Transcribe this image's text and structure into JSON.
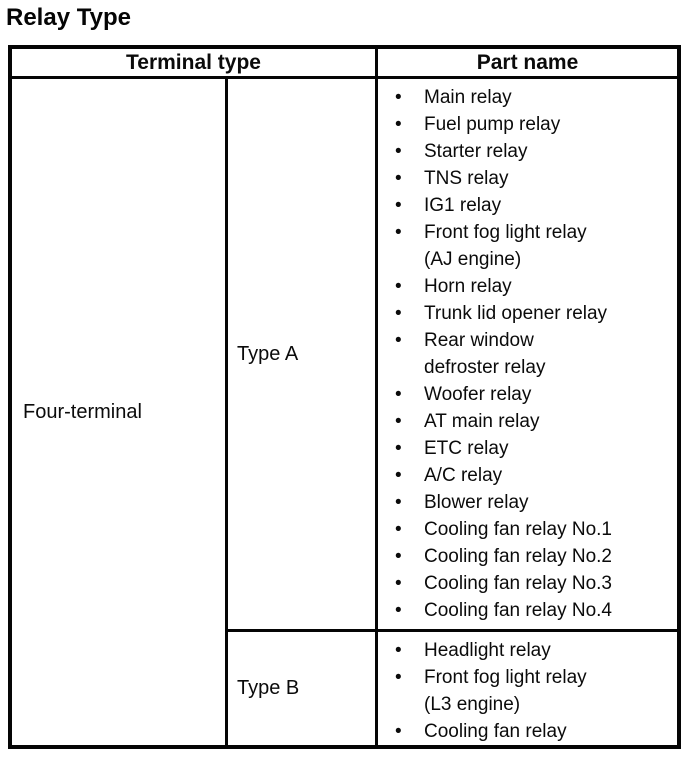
{
  "page": {
    "title": "Relay Type"
  },
  "colors": {
    "ink": "#050505",
    "paper": "#ffffff"
  },
  "table": {
    "bullet": "•",
    "header": {
      "terminal_type": "Terminal type",
      "part_name": "Part name"
    },
    "terminal_group_label": "Four-terminal",
    "subrows": [
      {
        "type_label": "Type A",
        "parts": [
          "Main relay",
          "Fuel pump relay",
          "Starter relay",
          "TNS relay",
          "IG1 relay",
          "Front fog light relay\n(AJ engine)",
          "Horn relay",
          "Trunk lid opener relay",
          "Rear window\ndefroster relay",
          "Woofer relay",
          "AT main relay",
          "ETC relay",
          "A/C relay",
          "Blower relay",
          "Cooling fan relay No.1",
          "Cooling fan relay No.2",
          "Cooling fan relay No.3",
          "Cooling fan relay No.4"
        ]
      },
      {
        "type_label": "Type B",
        "parts": [
          "Headlight relay",
          "Front fog light relay\n(L3 engine)",
          "Cooling fan relay"
        ]
      }
    ]
  }
}
